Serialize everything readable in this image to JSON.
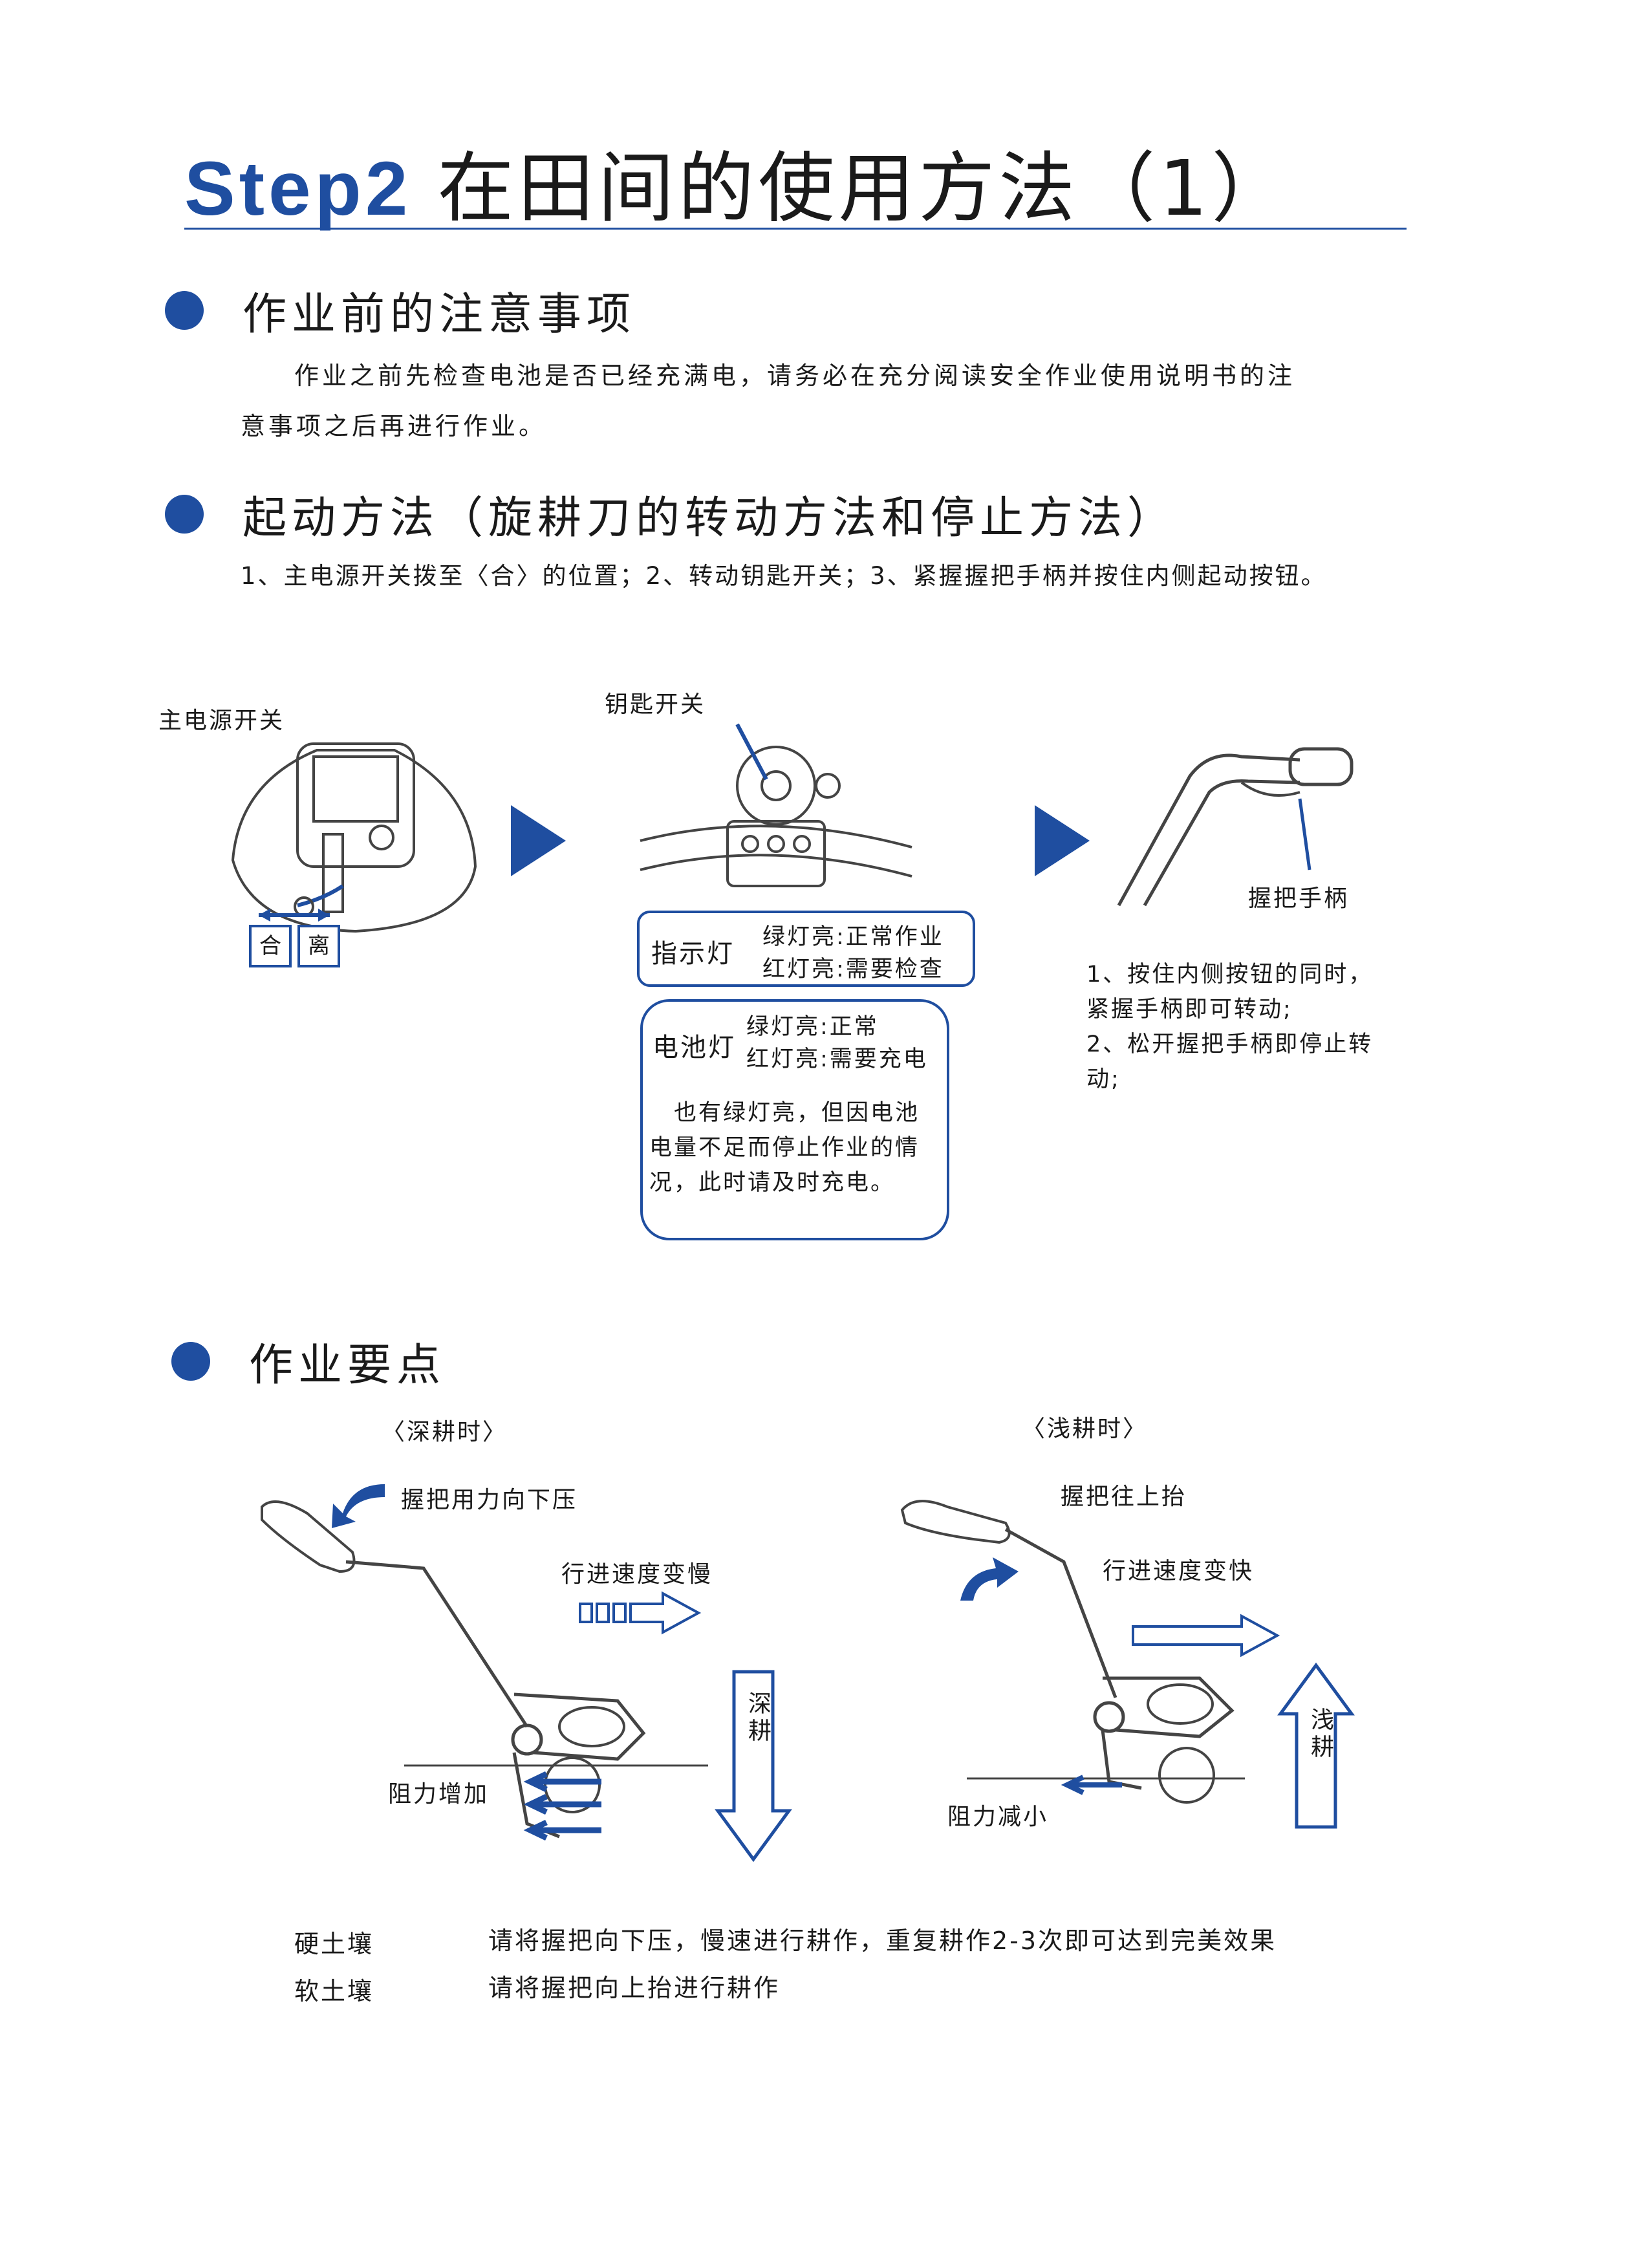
{
  "title": {
    "step": "Step2",
    "text": "在田间的使用方法（1）"
  },
  "section1": {
    "heading": "作业前的注意事项",
    "para_line1": "作业之前先检查电池是否已经充满电，请务必在充分阅读安全作业使用说明书的注",
    "para_line2": "意事项之后再进行作业。"
  },
  "section2": {
    "heading": "起动方法（旋耕刀的转动方法和停止方法）",
    "steps": "1、主电源开关拨至〈合〉的位置；2、转动钥匙开关；3、紧握握把手柄并按住内侧起动按钮。",
    "main_switch_label": "主电源开关",
    "on_label": "合",
    "off_label": "离",
    "key_switch_label": "钥匙开关",
    "grip_label": "握把手柄",
    "indicator": {
      "name": "指示灯",
      "green": "绿灯亮:正常作业",
      "red": "红灯亮:需要检查"
    },
    "battery": {
      "name": "电池灯",
      "green": "绿灯亮:正常",
      "red": "红灯亮:需要充电",
      "note_lines": [
        "也有绿灯亮，但因电池",
        "电量不足而停止作业的情",
        "况，此时请及时充电。"
      ]
    },
    "grip_notes": [
      "1、按住内侧按钮的同时，",
      "紧握手柄即可转动;",
      "2、松开握把手柄即停止转",
      "动;"
    ]
  },
  "section3": {
    "heading": "作业要点",
    "deep": {
      "caption": "〈深耕时〉",
      "press": "握把用力向下压",
      "speed": "行进速度变慢",
      "resist": "阻力增加",
      "vertical": "深耕"
    },
    "shallow": {
      "caption": "〈浅耕时〉",
      "lift": "握把往上抬",
      "speed": "行进速度变快",
      "resist": "阻力减小",
      "vertical": "浅耕"
    },
    "soil": [
      {
        "type": "硬土壤",
        "desc": "请将握把向下压，慢速进行耕作，重复耕作2-3次即可达到完美效果"
      },
      {
        "type": "软土壤",
        "desc": "请将握把向上抬进行耕作"
      }
    ]
  },
  "colors": {
    "accent": "#1f4ea0",
    "text": "#1a1a1a"
  }
}
